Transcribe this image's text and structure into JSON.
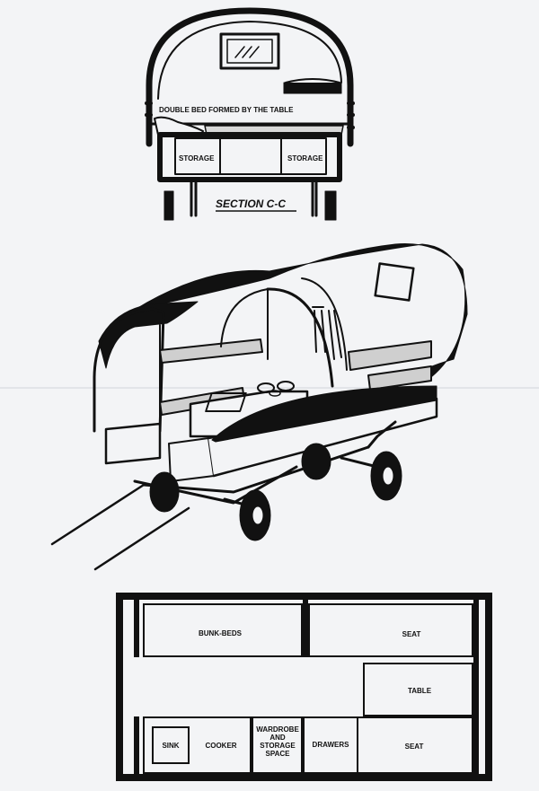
{
  "section_view": {
    "bed_label": "DOUBLE BED  FORMED BY THE TABLE",
    "storage_left": "STORAGE",
    "storage_right": "STORAGE",
    "title": "SECTION C-C"
  },
  "floor_plan": {
    "bunk_beds": "BUNK-BEDS",
    "seat_top": "SEAT",
    "table": "TABLE",
    "sink": "SINK",
    "cooker": "COOKER",
    "wardrobe_1": "WARDROBE",
    "wardrobe_2": "AND",
    "wardrobe_3": "STORAGE",
    "wardrobe_4": "SPACE",
    "drawers": "DRAWERS",
    "seat_bottom": "SEAT"
  },
  "colors": {
    "paper": "#f3f4f6",
    "ink": "#111111"
  }
}
